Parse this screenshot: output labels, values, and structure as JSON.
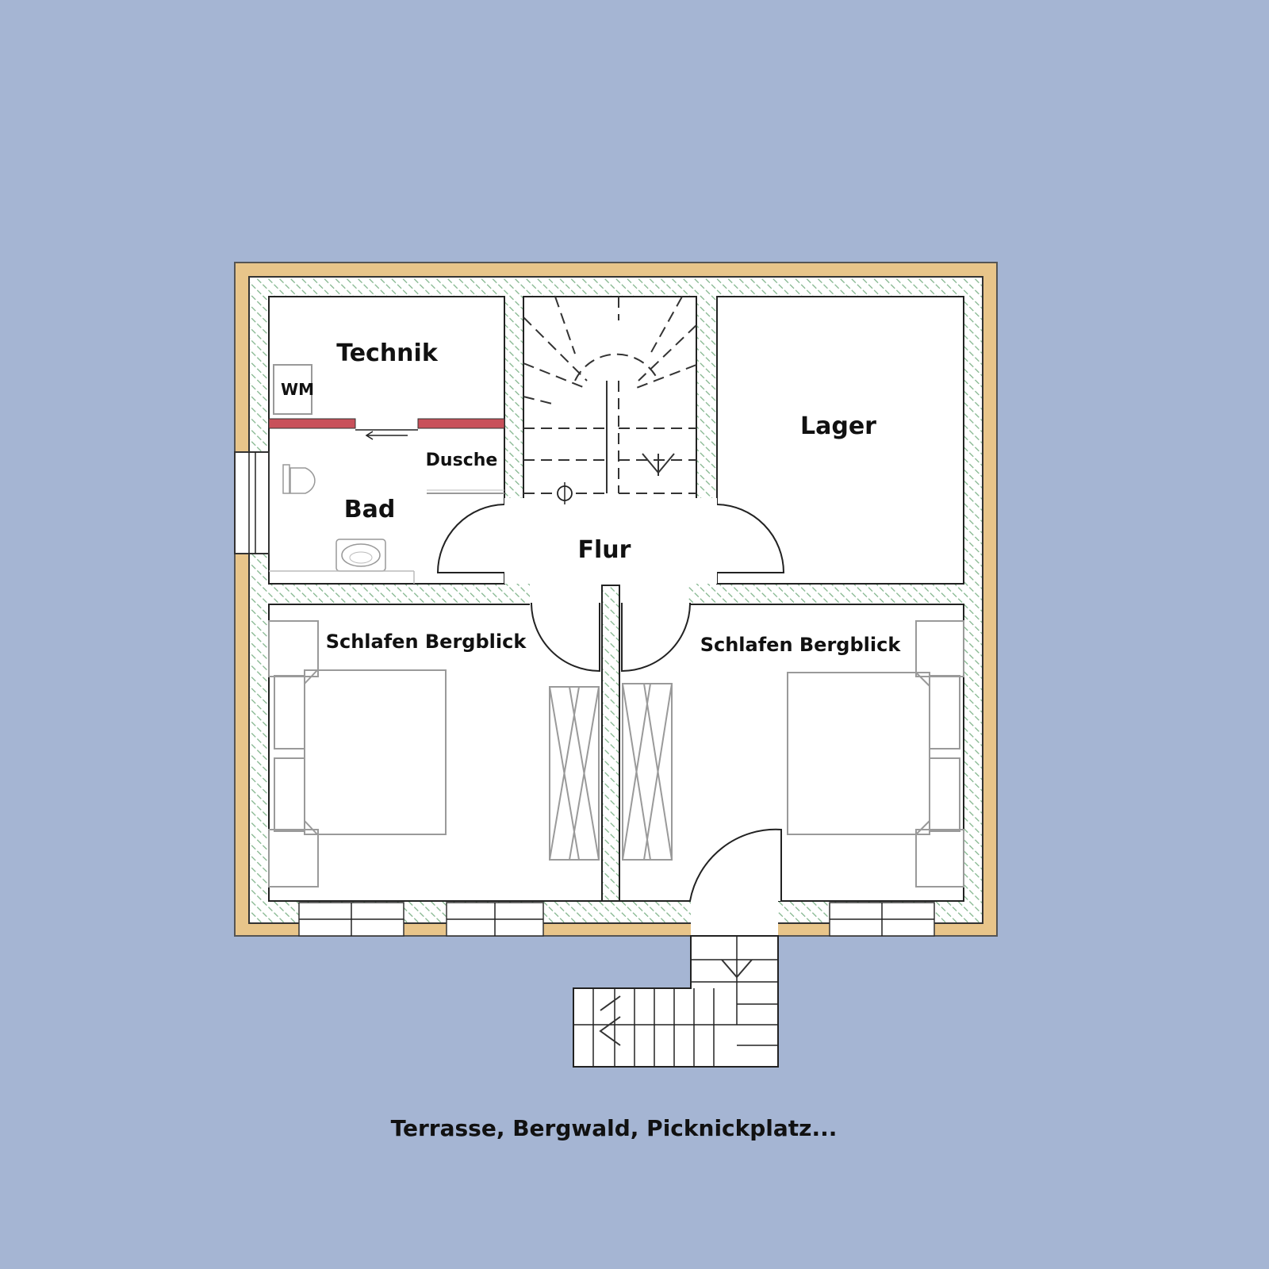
{
  "floorplan": {
    "rooms": {
      "technik": "Technik",
      "wm": "WM",
      "dusche": "Dusche",
      "bad": "Bad",
      "lager": "Lager",
      "flur": "Flur",
      "schlafen_links": "Schlafen Bergblick",
      "schlafen_rechts": "Schlafen Bergblick"
    },
    "caption": "Terrasse, Bergwald, Picknickplatz..."
  },
  "colors": {
    "background": "#a5b5d3",
    "outer_wall": "#e8c58a",
    "wall_fill": "#ffffff",
    "wall_hatch": "#7fb38a",
    "sliding_door": "#c8505a",
    "line": "#222222"
  }
}
